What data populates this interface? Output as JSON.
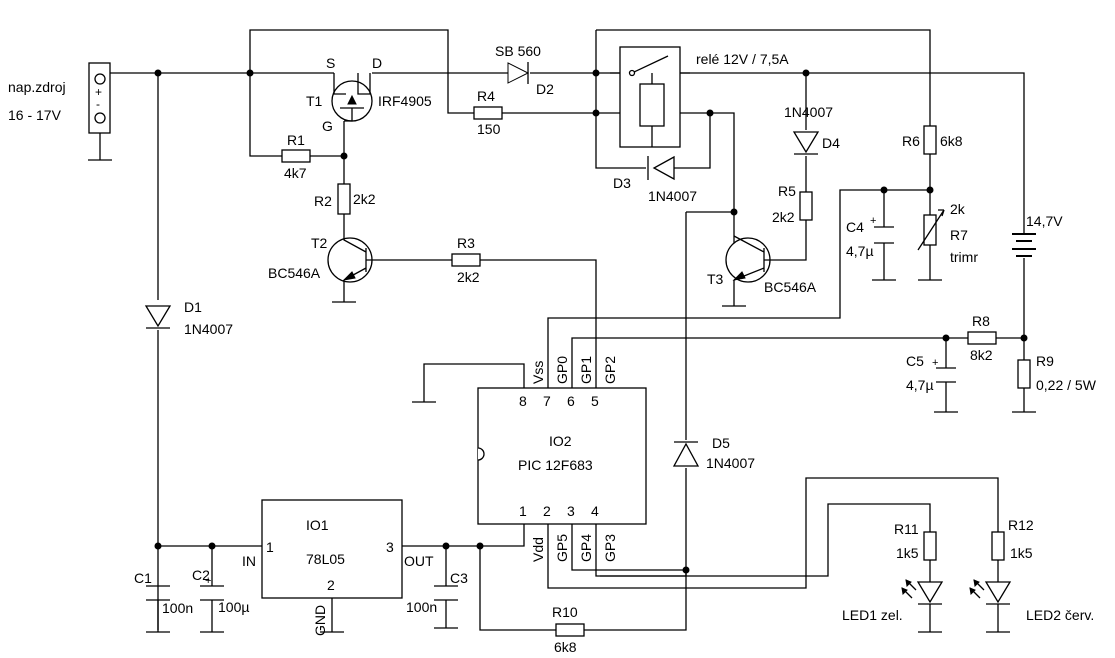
{
  "source": {
    "label1": "nap.zdroj",
    "label2": "16 - 17V",
    "plus": "+",
    "minus": "-"
  },
  "mosfet": {
    "ref": "T1",
    "part": "IRF4905",
    "s": "S",
    "d": "D",
    "g": "G"
  },
  "r1": {
    "ref": "R1",
    "value": "4k7"
  },
  "r2": {
    "ref": "R2",
    "value": "2k2"
  },
  "t2": {
    "ref": "T2",
    "part": "BC546A"
  },
  "r3": {
    "ref": "R3",
    "value": "2k2"
  },
  "r4": {
    "ref": "R4",
    "value": "150"
  },
  "d2": {
    "ref": "D2",
    "part": "SB 560"
  },
  "relay": {
    "label": "relé 12V / 7,5A"
  },
  "d3": {
    "ref": "D3",
    "part": "1N4007"
  },
  "d4": {
    "ref": "D4",
    "part": "1N4007"
  },
  "r5": {
    "ref": "R5",
    "value": "2k2"
  },
  "t3": {
    "ref": "T3",
    "part": "BC546A"
  },
  "c4": {
    "ref": "C4",
    "value": "4,7µ"
  },
  "r6": {
    "ref": "R6",
    "value": "6k8"
  },
  "r7": {
    "ref": "R7",
    "value": "2k",
    "note": "trimr"
  },
  "battery": {
    "voltage": "14,7V"
  },
  "r8": {
    "ref": "R8",
    "value": "8k2"
  },
  "c5": {
    "ref": "C5",
    "value": "4,7µ"
  },
  "r9": {
    "ref": "R9",
    "value": "0,22 / 5W"
  },
  "d1": {
    "ref": "D1",
    "part": "1N4007"
  },
  "d5": {
    "ref": "D5",
    "part": "1N4007"
  },
  "io2": {
    "ref": "IO2",
    "part": "PIC 12F683",
    "top_pins": [
      "8",
      "7",
      "6",
      "5"
    ],
    "top_names": [
      "Vss",
      "GP0",
      "GP1",
      "GP2"
    ],
    "bottom_pins": [
      "1",
      "2",
      "3",
      "4"
    ],
    "bottom_names": [
      "Vdd",
      "GP5",
      "GP4",
      "GP3"
    ]
  },
  "io1": {
    "ref": "IO1",
    "part": "78L05",
    "in": "IN",
    "out": "OUT",
    "gnd": "GND",
    "pin_in": "1",
    "pin_out": "3",
    "pin_gnd": "2"
  },
  "c1": {
    "ref": "C1",
    "value": "100n"
  },
  "c2": {
    "ref": "C2",
    "value": "100µ"
  },
  "c3": {
    "ref": "C3",
    "value": "100n"
  },
  "r10": {
    "ref": "R10",
    "value": "6k8"
  },
  "r11": {
    "ref": "R11",
    "value": "1k5"
  },
  "r12": {
    "ref": "R12",
    "value": "1k5"
  },
  "led1": {
    "label": "LED1 zel."
  },
  "led2": {
    "label": "LED2 červ."
  }
}
